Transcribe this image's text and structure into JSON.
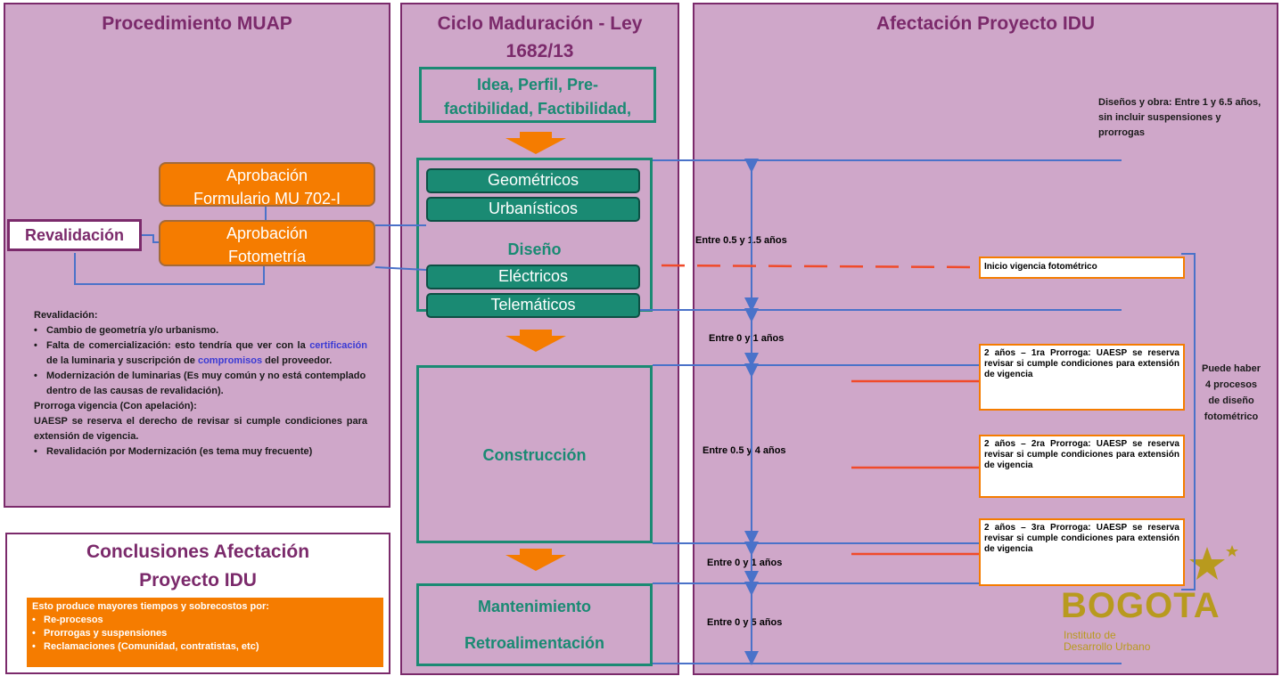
{
  "muap": {
    "title": "Procedimiento MUAP",
    "aprobacion_formulario": [
      "Aprobación",
      "Formulario MU 702-I"
    ],
    "aprobacion_fotometria": [
      "Aprobación",
      "Fotometría"
    ],
    "revalidacion_box": "Revalidación",
    "notes": {
      "heading": "Revalidación:",
      "b1": "Cambio de geometría y/o urbanismo.",
      "b2_pre": "Falta de comercialización: esto tendría que ver con la",
      "b2_link1": "certificación",
      "b2_mid": "de la luminaria y suscripción de",
      "b2_link2": "compromisos",
      "b2_post": "del proveedor.",
      "b3": "Modernización de luminarias (Es muy común y no está contemplado dentro de las causas de revalidación).",
      "prorroga": "Prorroga vigencia (Con apelación):",
      "uaesp": "UAESP se reserva el derecho de revisar si cumple condiciones para extensión de vigencia.",
      "b4": "Revalidación por Modernización (es tema muy frecuente)"
    },
    "link_color": "#3b3bd4"
  },
  "conclusiones": {
    "title": "Conclusiones Afectación Proyecto IDU",
    "intro": "Esto produce mayores tiempos y sobrecostos por:",
    "items": [
      "Re-procesos",
      "Prorrogas y suspensiones",
      "Reclamaciones (Comunidad, contratistas, etc)"
    ]
  },
  "ciclo": {
    "title": "Ciclo Maduración - Ley 1682/13",
    "idea": "Idea, Perfil, Pre-factibilidad, Factibilidad,",
    "diseno_label": "Diseño",
    "diseno_items": [
      "Geométricos",
      "Urbanísticos",
      "Eléctricos",
      "Telemáticos"
    ],
    "construccion": "Construcción",
    "mantenimiento": "Mantenimiento",
    "retroalimentacion": "Retroalimentación"
  },
  "afectacion": {
    "title": "Afectación Proyecto IDU",
    "disenos_obra": "Diseños y obra: Entre 1 y 6.5 años, sin incluir suspensiones y prorrogas",
    "durations": [
      "Entre 0.5 y 1.5 años",
      "Entre 0 y 1 años",
      "Entre 0.5 y 4 años",
      "Entre 0 y 1 años",
      "Entre 0 y 5 años"
    ],
    "inicio_vigencia": "Inicio vigencia fotométrico",
    "prorrogas": [
      "2 años – 1ra Prorroga: UAESP se reserva revisar si cumple condiciones para extensión de vigencia",
      "2 años – 2ra Prorroga: UAESP se reserva revisar si cumple condiciones para extensión de vigencia",
      "2 años – 3ra Prorroga: UAESP se reserva revisar si cumple condiciones para extensión de vigencia"
    ],
    "puede_haber": "Puede haber 4 procesos de diseño fotométrico"
  },
  "logo": {
    "name": "BOGOTA",
    "line1": "Instituto de",
    "line2": "Desarrollo Urbano",
    "color": "#b89a1e"
  },
  "colors": {
    "panel": "#cfa7c9",
    "panel_border": "#7b2a6b",
    "orange": "#f57c00",
    "teal": "#1a8a73",
    "blue_line": "#4a72c9",
    "red_line": "#f04a2a"
  }
}
